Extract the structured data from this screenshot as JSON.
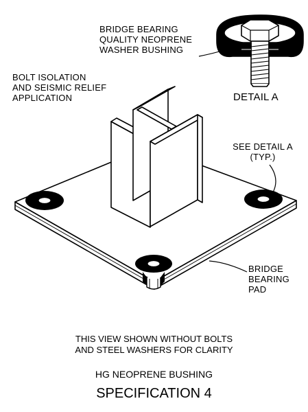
{
  "labels": {
    "washer": [
      "BRIDGE BEARING",
      "QUALITY NEOPRENE",
      "WASHER BUSHING"
    ],
    "bolt_isolation": [
      "BOLT ISOLATION",
      "AND SEISMIC RELIEF",
      "APPLICATION"
    ],
    "detail_a": "DETAIL A",
    "see_detail": [
      "SEE DETAIL A",
      "(TYP.)"
    ],
    "bearing_pad": [
      "BRIDGE",
      "BEARING",
      "PAD"
    ]
  },
  "footer": {
    "note": [
      "THIS VIEW SHOWN WITHOUT BOLTS",
      "AND STEEL WASHERS FOR CLARITY"
    ],
    "product": "HG NEOPRENE BUSHING",
    "spec": "SPECIFICATION 4"
  }
}
